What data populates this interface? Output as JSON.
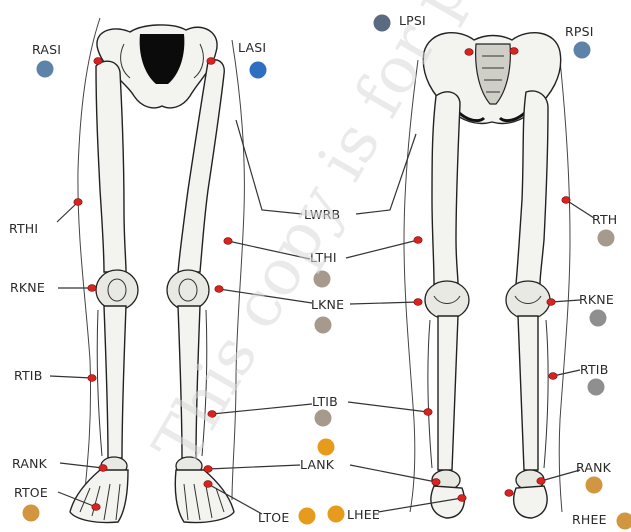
{
  "colors": {
    "marker": "#d8231f",
    "blue_steel": "#5d84a8",
    "blue_bright": "#2f6fc2",
    "slate": "#5a6a80",
    "taupe": "#a59a8c",
    "grey": "#8f8f8f",
    "orange_brown": "#d29540",
    "orange": "#e79b1d"
  },
  "watermark": "This copy is for personal",
  "labels": {
    "rasi": "RASI",
    "lasi": "LASI",
    "lpsi": "LPSI",
    "rpsi": "RPSI",
    "lwrb": "LWRB",
    "rthi": "RTHI",
    "lthi": "LTHI",
    "rth": "RTH",
    "rkne": "RKNE",
    "lkne": "LKNE",
    "rkne_back": "RKNE",
    "rtib": "RTIB",
    "ltib": "LTIB",
    "rtib_back": "RTIB",
    "rank": "RANK",
    "lank": "LANK",
    "rank_back": "RANK",
    "rtoe": "RTOE",
    "ltoe": "LTOE",
    "lhee": "LHEE",
    "rhee": "RHEE"
  }
}
